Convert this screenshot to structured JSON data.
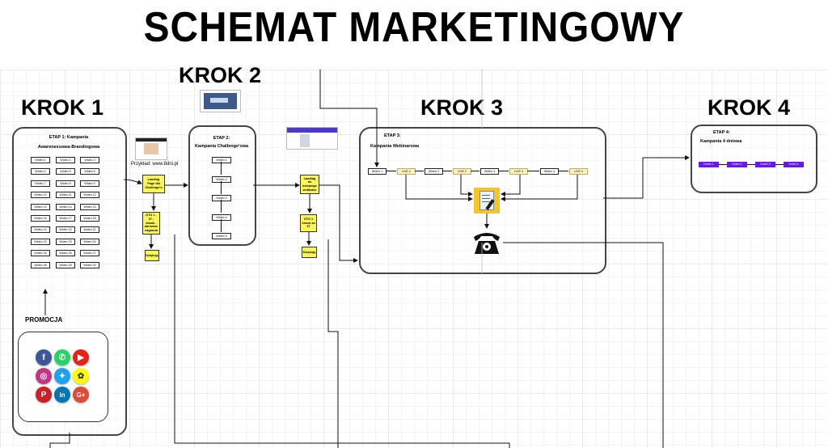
{
  "title": "SCHEMAT MARKETINGOWY",
  "steps": [
    "KROK 1",
    "KROK 2",
    "KROK 3",
    "KROK 4"
  ],
  "stage1": {
    "title_line1": "ETAP 1: Kampania",
    "title_line2": "Awarenessowa-Brandingowa",
    "videos": [
      "Wideo 1",
      "Wideo 2",
      "Wideo 3",
      "Wideo 4",
      "Wideo 5",
      "Wideo 6",
      "Wideo 7",
      "Wideo 8",
      "Wideo 9",
      "Wideo 10",
      "Wideo 11",
      "Wideo 12",
      "Wideo 13",
      "Wideo 14",
      "Wideo 15",
      "Wideo 16",
      "Wideo 17",
      "Wideo 18",
      "Wideo 19",
      "Wideo 20",
      "Wideo 21",
      "Wideo 22",
      "Wideo 23",
      "Wideo 24",
      "Wideo 25",
      "Wideo 26",
      "Wideo 27",
      "Wideo 28",
      "Wideo 29",
      "Wideo 30"
    ],
    "promo_label": "PROMOCJA"
  },
  "example_label": "Przykład: www.8dni.pl",
  "landing1": "Landing Page dla Challenge'u",
  "oto1": "OTO 1 - 37 - ebook - darmowe nagrania",
  "thanks1": "Dziękuję",
  "stage2": {
    "title_line1": "ETAP 2:",
    "title_line2": "Kampania Challenge'owa",
    "videos": [
      "Wideo 1",
      "Wideo 2",
      "Wideo 3",
      "Wideo 4",
      "Wideo 5"
    ]
  },
  "landing2": "Landing do kolejnego webinaru",
  "oto2": "OTO 1 ebook za 37",
  "thanks2": "Dziękuję",
  "stage3": {
    "title_line1": "ETAP 3:",
    "title_line2": "Kampania Webinarowa",
    "sequence": [
      "Wideo 1",
      "LIVE 1",
      "Wideo 2",
      "LIVE 2",
      "Wideo 3",
      "LIVE 3",
      "Wideo 4",
      "LIVE 4"
    ]
  },
  "stage4": {
    "title_line1": "ETAP 4:",
    "title_line2": "Kampania 4 dniowa",
    "parts": [
      "Dzień 1",
      "Dzień 2",
      "Dzień 3",
      "Dzień 4"
    ]
  },
  "social_icons": [
    "facebook-icon",
    "whatsapp-icon",
    "youtube-icon",
    "instagram-icon",
    "twitter-icon",
    "snapchat-icon",
    "pinterest-icon",
    "linkedin-icon",
    "google-plus-icon"
  ],
  "colors": {
    "yellow": "#fdf75a",
    "purple": "#6a16f0",
    "live_fill": "#fff3c8",
    "border": "#444444"
  }
}
